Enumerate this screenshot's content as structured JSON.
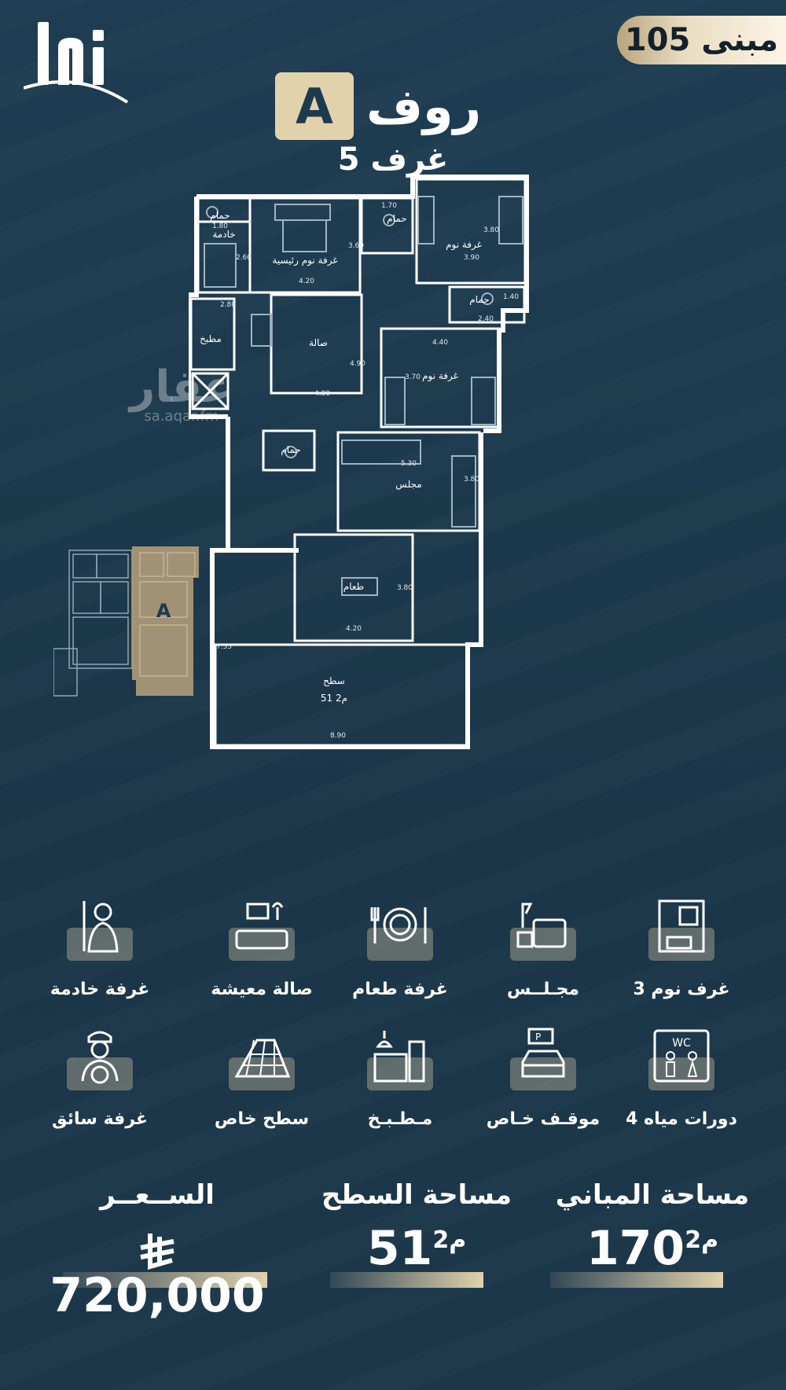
{
  "header": {
    "building": "مبنى 105",
    "title_word": "روف",
    "title_letter": "A",
    "rooms": "5 غرف"
  },
  "plan": {
    "labels": {
      "maid_bath": "حمام",
      "maid_room": "خادمة",
      "master_bedroom": "غرفة نوم رئيسية",
      "bath_1": "حمام",
      "bedroom_1": "غرفة نوم",
      "bath_2": "حمام",
      "kitchen": "مطبخ",
      "living": "صالة",
      "bedroom_2": "غرفة نوم",
      "guest_bath": "حمام",
      "majlis": "مجلس",
      "dining": "طعام",
      "roof": "سطح",
      "roof_area": "51 م2"
    },
    "dims": {
      "d1": "1.80",
      "d2": "2.60",
      "d3": "3.60",
      "d4": "4.20",
      "d5": "1.70",
      "d6": "3.80",
      "d7": "3.90",
      "d8": "1.40",
      "d9": "2.40",
      "d10": "2.80",
      "d11": "4.90",
      "d12": "4.00",
      "d13": "4.40",
      "d14": "3.70",
      "d15": "5.30",
      "d16": "3.80",
      "d17": "3.80",
      "d18": "4.20",
      "d19": "7.35",
      "d20": "8.90"
    },
    "keyplan_letter": "A"
  },
  "watermark": {
    "big": "عقار",
    "small": "sa.aqar.fm"
  },
  "features": [
    {
      "label": "3 غرف نوم",
      "icon": "bedroom-icon"
    },
    {
      "label": "مجـلــس",
      "icon": "majlis-icon"
    },
    {
      "label": "غرفة طعام",
      "icon": "dining-icon"
    },
    {
      "label": "صالة معيشة",
      "icon": "living-room-icon"
    },
    {
      "label": "غرفة خادمة",
      "icon": "maid-icon"
    },
    {
      "label": "4 دورات مياه",
      "icon": "wc-icon"
    },
    {
      "label": "موقـف خـاص",
      "icon": "parking-icon"
    },
    {
      "label": "مـطـبـخ",
      "icon": "kitchen-icon"
    },
    {
      "label": "سطح خاص",
      "icon": "roof-icon"
    },
    {
      "label": "غرفة سائق",
      "icon": "driver-icon"
    }
  ],
  "stats": {
    "building_area": {
      "label": "مساحة المباني",
      "value": "170",
      "unit": "م2"
    },
    "roof_area": {
      "label": "مساحة السطح",
      "value": "51",
      "unit": "م2"
    },
    "price": {
      "label": "الســعــر",
      "value": "720,000"
    }
  },
  "colors": {
    "background": "#1e3a4f",
    "gold": "#e2d2ac",
    "white": "#ffffff"
  }
}
